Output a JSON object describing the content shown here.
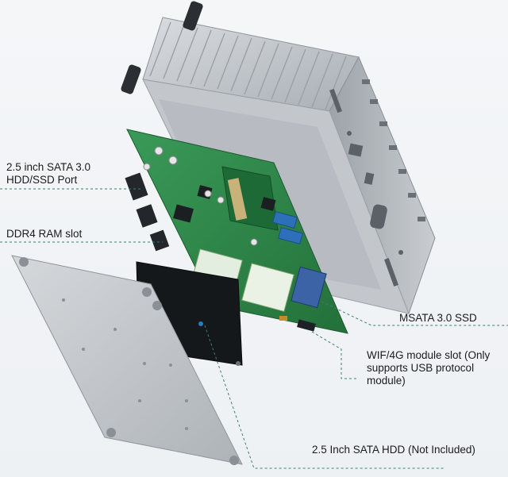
{
  "labels": {
    "sata_port_line1": "2.5 inch SATA 3.0",
    "sata_port_line2": "HDD/SSD Port",
    "ram_slot": "DDR4 RAM slot",
    "msata": "MSATA 3.0 SSD",
    "wifi_line1": "WIF/4G module slot (Only",
    "wifi_line2": "supports USB protocol module)",
    "hdd": "2.5 Inch SATA HDD (Not Included)"
  },
  "colors": {
    "leader_line": "#3f7d74",
    "pcb": "#2f8a4a",
    "case": "#b9bec4",
    "plate": "#c7cbcf"
  }
}
